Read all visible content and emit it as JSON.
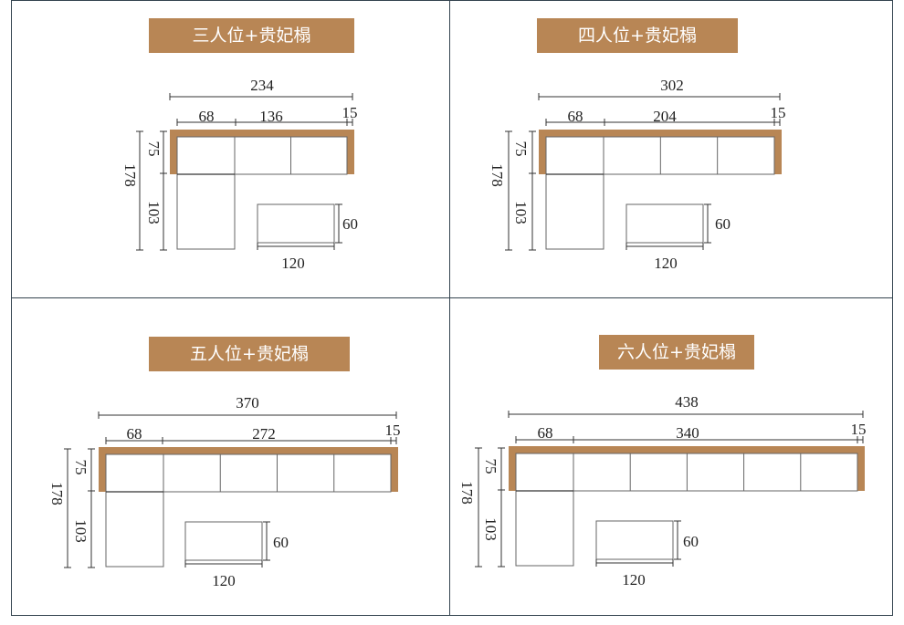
{
  "colors": {
    "background": "#ffffff",
    "grid_border": "#33434f",
    "title_fill": "#b88655",
    "wood": "#b88655",
    "line": "#333333",
    "seat_outline": "#666666"
  },
  "panels": [
    {
      "title": "三人位+贵妃榻",
      "total_width": "234",
      "chaise_width": "68",
      "seat_width": "136",
      "arm_width": "15",
      "total_depth": "178",
      "back_depth": "75",
      "chaise_extra_depth": "103",
      "table_width": "120",
      "table_depth": "60",
      "seat_count": 2
    },
    {
      "title": "四人位+贵妃榻",
      "total_width": "302",
      "chaise_width": "68",
      "seat_width": "204",
      "arm_width": "15",
      "total_depth": "178",
      "back_depth": "75",
      "chaise_extra_depth": "103",
      "table_width": "120",
      "table_depth": "60",
      "seat_count": 3
    },
    {
      "title": "五人位+贵妃榻",
      "total_width": "370",
      "chaise_width": "68",
      "seat_width": "272",
      "arm_width": "15",
      "total_depth": "178",
      "back_depth": "75",
      "chaise_extra_depth": "103",
      "table_width": "120",
      "table_depth": "60",
      "seat_count": 4
    },
    {
      "title": "六人位+贵妃榻",
      "total_width": "438",
      "chaise_width": "68",
      "seat_width": "340",
      "arm_width": "15",
      "total_depth": "178",
      "back_depth": "75",
      "chaise_extra_depth": "103",
      "table_width": "120",
      "table_depth": "60",
      "seat_count": 5
    }
  ]
}
